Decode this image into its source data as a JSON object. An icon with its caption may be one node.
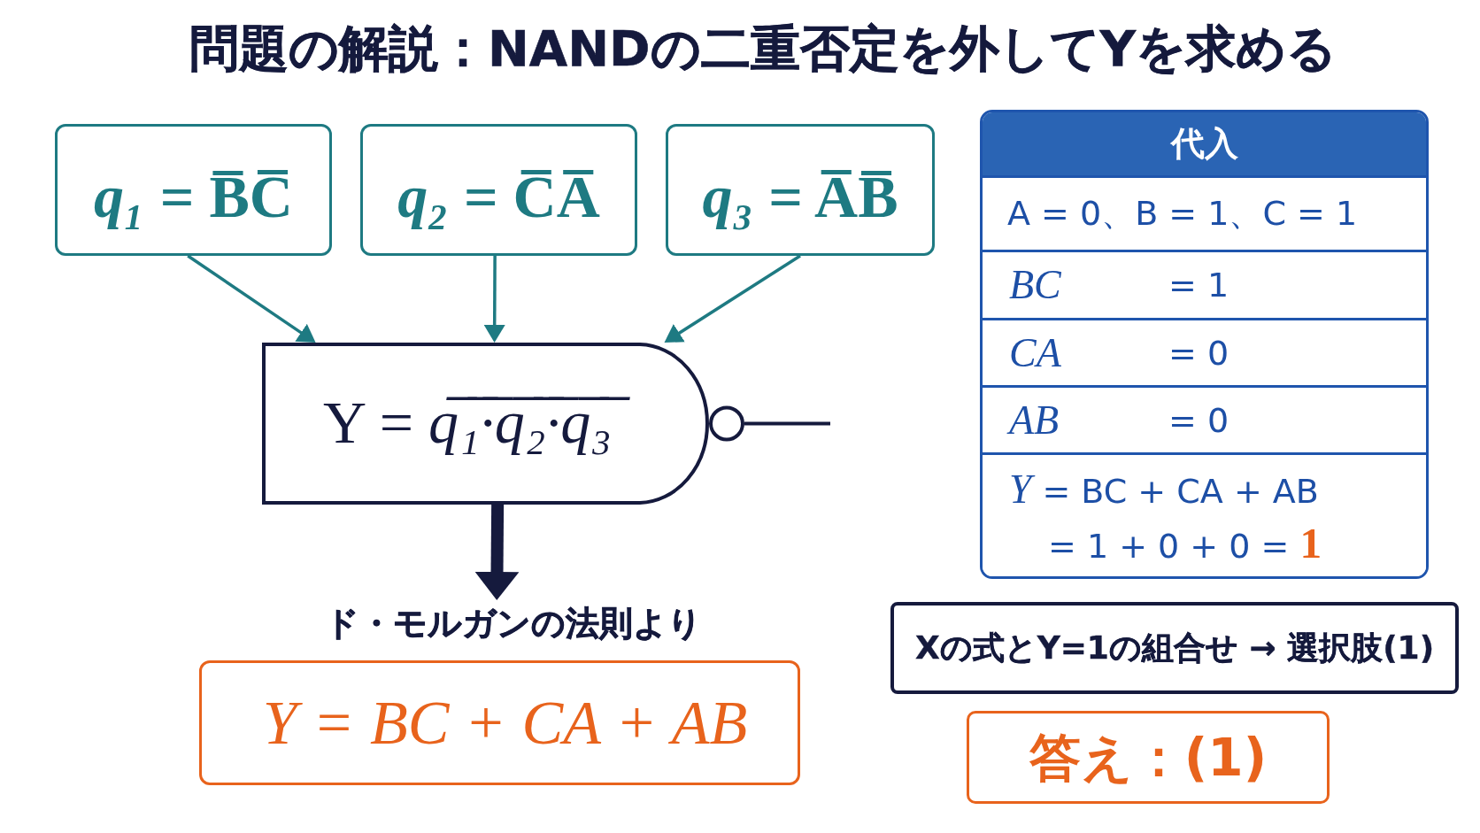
{
  "diagram": {
    "title": "問題の解説：NANDの二重否定を外してYを求める",
    "nodes": [
      {
        "text": [
          "*q₁* = B̅C̅"
        ]
      },
      {
        "text": [
          "*q₂* = C̅A̅"
        ]
      },
      {
        "text": [
          "*q₃* = A̅B̅"
        ]
      },
      {
        "text": [
          "代入"
        ]
      },
      {
        "text": [
          "A = 0、B = 1、C = 1"
        ],
        "in": 3
      },
      {
        "text": [
          "BC",
          "= 1"
        ],
        "in": 3
      },
      {
        "text": [
          "CA",
          "= 0"
        ],
        "in": 3
      },
      {
        "text": [
          "AB",
          "= 0"
        ],
        "in": 3
      },
      {
        "text": [
          "*Y* = BC + CA + AB",
          "= 1 + 0 + 0 = **1**"
        ],
        "in": 3
      },
      {
        "text": [
          "Y = *q̅₁̅·̅q̅₂̅·̅q̅₃̅*"
        ]
      },
      {
        "text": [
          "ド・モルガンの法則より"
        ]
      },
      {
        "text": [
          "Y = BC + CA + AB"
        ]
      },
      {
        "text": [
          "Xの式とY=1の組合せ → 選択肢(1)"
        ]
      },
      {
        "text": [
          "答え：(1)"
        ]
      }
    ],
    "edges": [
      {
        "from": 0,
        "to": 9,
        "arrow": "to"
      },
      {
        "from": 1,
        "to": 9,
        "arrow": "to"
      },
      {
        "from": 2,
        "to": 9,
        "arrow": "to"
      },
      {
        "from": 9,
        "to": 10,
        "arrow": "to",
        "style": "thick",
        "color": "#151a3d"
      }
    ]
  }
}
